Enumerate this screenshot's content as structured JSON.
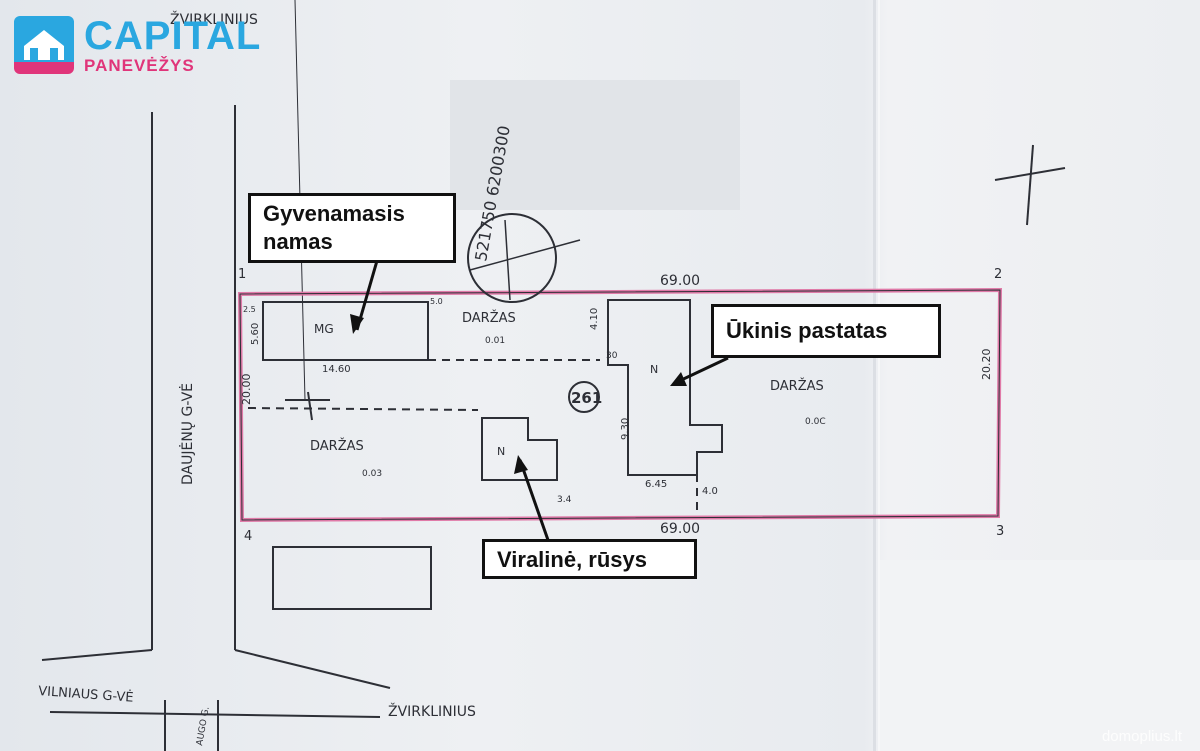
{
  "logo": {
    "title": "CAPITAL",
    "subtitle": "PANEVĖŽYS"
  },
  "streets": {
    "top": "ŽVIRKLINIUS",
    "left": "DAUJĖNŲ G-VĖ",
    "vilniaus": "VILNIAUS G-VĖ",
    "bottom": "ŽVIRKLINIUS",
    "small": "AUGO G."
  },
  "plot": {
    "number": "261",
    "stamp": "521750 6200300",
    "corners": [
      "1",
      "2",
      "3",
      "4"
    ],
    "dimensions": {
      "top_length": "69.00",
      "bottom_length": "69.00",
      "right_width": "20.20",
      "left_width": "20.00",
      "house_length": "14.60",
      "house_width": "5.60",
      "shed_width": "9.30",
      "shed_depth": "6.45",
      "shed_gap": "4.10",
      "small_gap": "4.0",
      "misc1": "30",
      "misc2": "3.4",
      "misc3": "2.5",
      "misc4": "5.0"
    },
    "labels": {
      "house": "MG",
      "shed": "N",
      "cellar": "N",
      "garden_top": "DARŽAS",
      "garden_top_area": "0.01",
      "garden_left": "DARŽAS",
      "garden_left_area": "0.03",
      "garden_right": "DARŽAS",
      "garden_right_area": "0.0C"
    }
  },
  "callouts": {
    "house": "Gyvenamasis namas",
    "house_line1": "Gyvenamasis",
    "house_line2": "namas",
    "shed": "Ūkinis pastatas",
    "cellar": "Viralinė, rūsys"
  },
  "watermark": "domoplius.lt",
  "colors": {
    "plot_border": "#e07aa8",
    "ink": "#2d2f36",
    "logo_blue": "#2aa7e0",
    "logo_pink": "#e0357a"
  }
}
